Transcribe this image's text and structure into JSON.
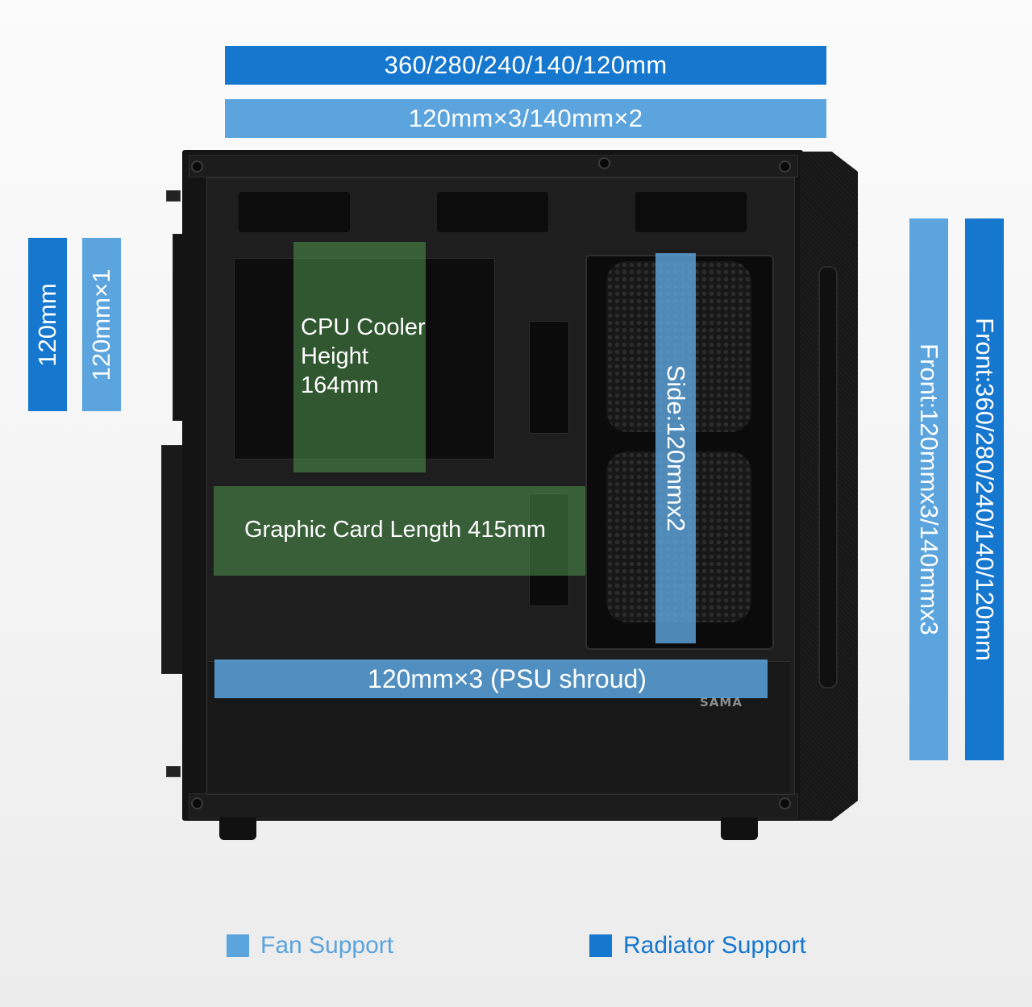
{
  "top_bars": {
    "radiator_label": "360/280/240/140/120mm",
    "fan_label": "120mm×3/140mm×2"
  },
  "rear_bars": {
    "radiator_label": "120mm",
    "fan_label": "120mm×1"
  },
  "front_bars": {
    "fan_label": "Front:120mmx3/140mmx3",
    "radiator_label": "Front:360/280/240/140/120mm"
  },
  "overlays": {
    "cpu_cooler_label": [
      "CPU Cooler",
      "Height",
      "164mm"
    ],
    "graphic_card_label": "Graphic Card Length 415mm",
    "psu_shroud_label": "120mm×3 (PSU shroud)",
    "side_label": "Side:120mmx2"
  },
  "case": {
    "brand": "SAMA"
  },
  "legend": {
    "fan_label": "Fan Support",
    "radiator_label": "Radiator Support"
  },
  "colors": {
    "fan_support": "#5ba4dd",
    "radiator_support": "#1677cf",
    "clearance_overlay": "#4e964e"
  }
}
